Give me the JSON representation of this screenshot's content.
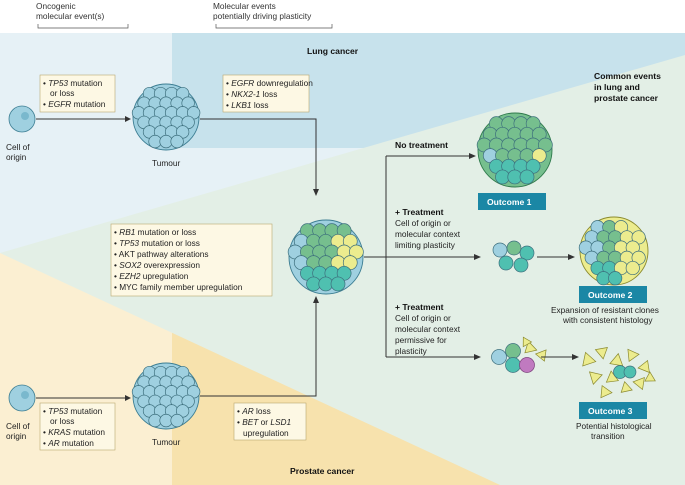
{
  "headers": {
    "oncogenic": [
      "Oncogenic",
      "molecular event(s)"
    ],
    "plasticity": [
      "Molecular events",
      "potentially driving plasticity"
    ]
  },
  "regions": {
    "lung": "Lung cancer",
    "prostate": "Prostate cancer",
    "common": [
      "Common events",
      "in lung and",
      "prostate cancer"
    ]
  },
  "cell_of_origin": [
    "Cell of",
    "origin"
  ],
  "tumour": "Tumour",
  "lung_oncogenic": [
    {
      "gene": "TP53",
      "text": " mutation"
    },
    {
      "gene": "",
      "text": "or loss"
    },
    {
      "gene": "EGFR",
      "text": " mutation"
    }
  ],
  "lung_plasticity": [
    {
      "gene": "EGFR",
      "text": " downregulation"
    },
    {
      "gene": "NKX2-1",
      "text": " loss"
    },
    {
      "gene": "LKB1",
      "text": " loss"
    }
  ],
  "common_events": [
    {
      "gene": "RB1",
      "text": " mutation or loss"
    },
    {
      "gene": "TP53",
      "text": " mutation or loss"
    },
    {
      "gene": "",
      "text": "AKT pathway alterations"
    },
    {
      "gene": "SOX2",
      "text": " overexpression"
    },
    {
      "gene": "EZH2",
      "text": " upregulation"
    },
    {
      "gene": "",
      "text": "MYC family member upregulation"
    }
  ],
  "prostate_oncogenic": [
    {
      "gene": "TP53",
      "text": " mutation"
    },
    {
      "gene": "",
      "text": "or loss"
    },
    {
      "gene": "KRAS",
      "text": " mutation"
    },
    {
      "gene": "AR",
      "text": " mutation"
    }
  ],
  "prostate_plasticity": [
    {
      "gene": "AR",
      "text": " loss"
    },
    {
      "gene": "BET",
      "text": " or "
    },
    {
      "gene": "",
      "text": "upregulation"
    }
  ],
  "prostate_plasticity_lsd1": "LSD1",
  "bullet": "•",
  "branches": {
    "no_treatment": "No treatment",
    "treatment_limiting": [
      "+ Treatment",
      "Cell of origin or",
      "molecular context",
      "limiting plasticity"
    ],
    "treatment_permissive": [
      "+ Treatment",
      "Cell of origin or",
      "molecular context",
      "permissive for",
      "plasticity"
    ]
  },
  "outcomes": [
    {
      "label": "Outcome 1",
      "desc": []
    },
    {
      "label": "Outcome 2",
      "desc": [
        "Expansion of resistant clones",
        "with consistent histology"
      ]
    },
    {
      "label": "Outcome 3",
      "desc": [
        "Potential histological",
        "transition"
      ]
    }
  ],
  "colors": {
    "lung_bg": "#e6f1f6",
    "lung_bg_dark": "#c7e2ec",
    "prostate_bg": "#fbefd2",
    "prostate_bg_dark": "#f7e2ad",
    "common_bg": "#e3efe6",
    "box_bg": "#fdf8e4",
    "cell_blue": "#9fd0e0",
    "cell_green": "#76bf8e",
    "cell_teal": "#4fc0b0",
    "cell_yellow": "#ecec8e",
    "cell_purple": "#c07ac0",
    "outcome_bg": "#1b87a5"
  }
}
